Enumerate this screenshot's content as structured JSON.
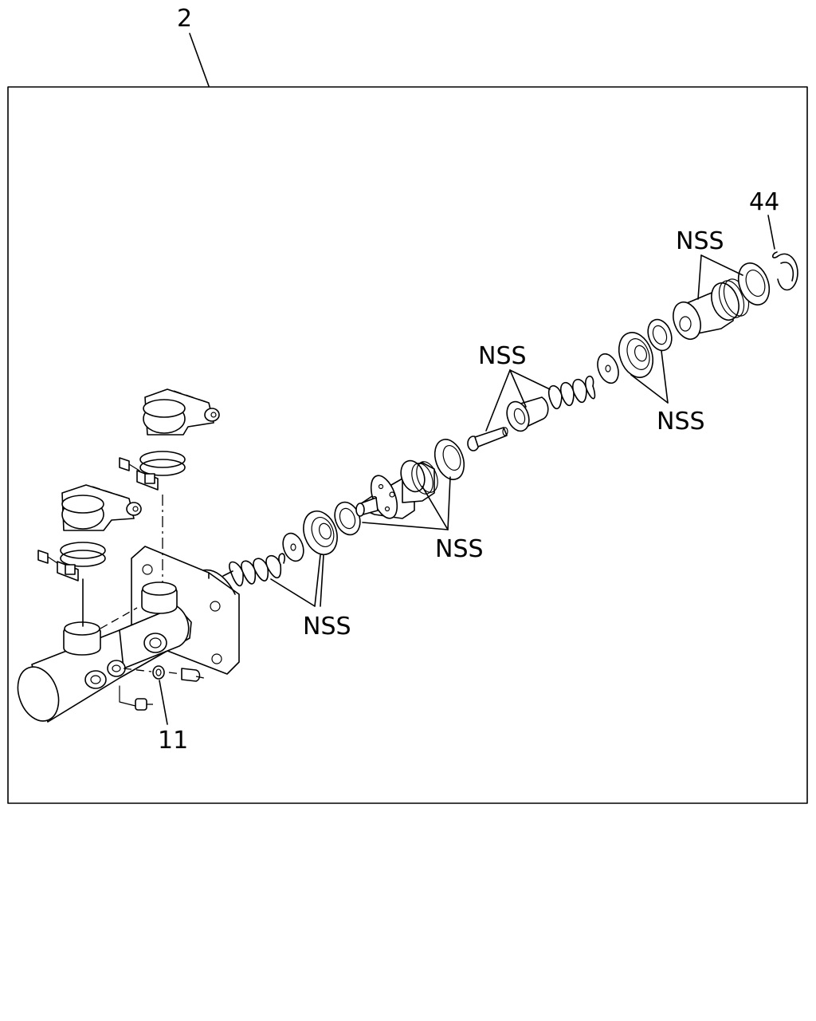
{
  "callouts": {
    "assembly": "2",
    "retaining_ring": "44",
    "washer": "11",
    "nss_top_right": "NSS",
    "nss_mid_top": "NSS",
    "nss_right_lower": "NSS",
    "nss_center": "NSS",
    "nss_lower_left": "NSS"
  },
  "colors": {
    "line": "#000000",
    "background": "#ffffff"
  }
}
